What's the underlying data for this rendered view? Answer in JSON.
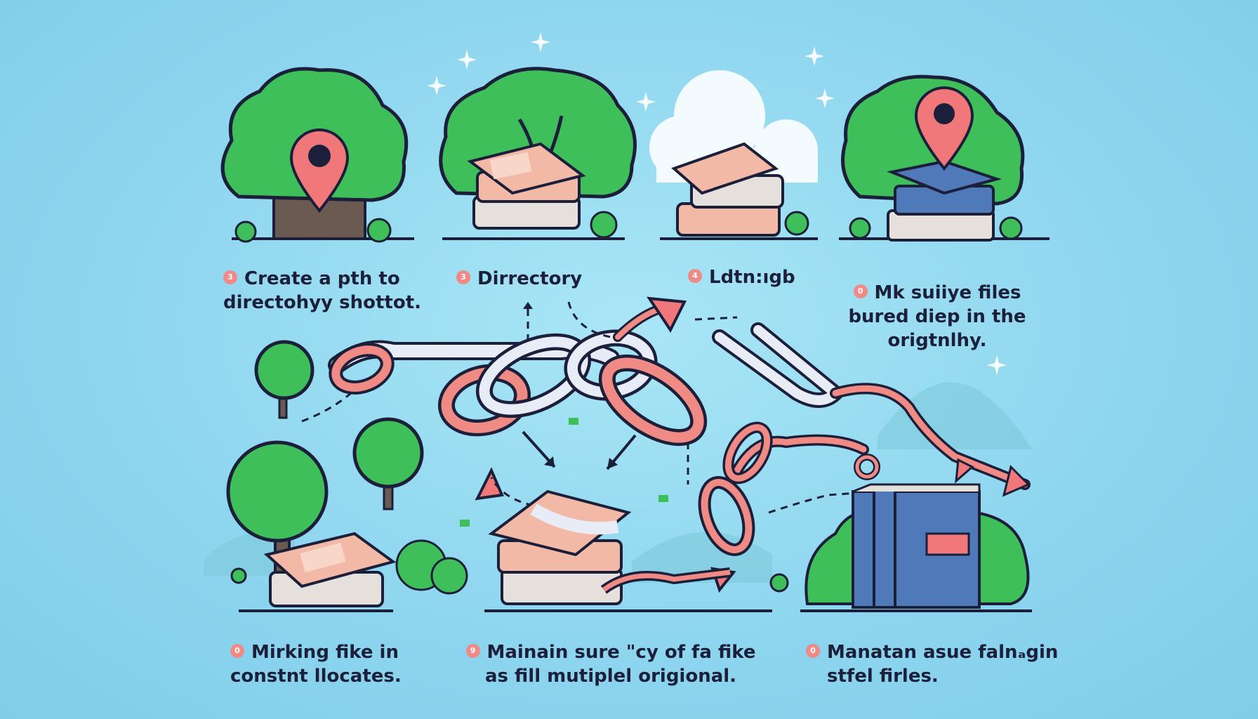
{
  "steps": [
    {
      "num": "3",
      "line1": "Create a pth to",
      "line2": "directohyy shottot."
    },
    {
      "num": "3",
      "line1": "Dirrectory",
      "line2": ""
    },
    {
      "num": "4",
      "line1": "Ldtn:ıgb",
      "line2": ""
    },
    {
      "num": "0",
      "line1": "Mk suiiye files",
      "line2": "bured diep in the",
      "line3": "origtnlhy."
    },
    {
      "num": "0",
      "line1": "Mirking fike in",
      "line2": "constnt llocates."
    },
    {
      "num": "9",
      "line1": "Mainain sure \"cy of fa fike",
      "line2": "as fill  mutiplel origional."
    },
    {
      "num": "0",
      "line1": "Manatan asue falnₐgin",
      "line2": "stfel firles."
    }
  ],
  "colors": {
    "tree": "#3fbf5a",
    "tree_dark": "#2a8f45",
    "outline": "#1c1f3a",
    "pin": "#f0787a",
    "book_cover": "#f2b9a6",
    "book_blue": "#4f79b8",
    "chain_pink": "#ef8a85",
    "chain_white": "#e8ecf6"
  },
  "icons": [
    "tree-icon",
    "location-pin-icon",
    "book-stack-icon",
    "chain-link-icon",
    "arrow-icon",
    "sparkle-icon",
    "cloud-icon"
  ]
}
